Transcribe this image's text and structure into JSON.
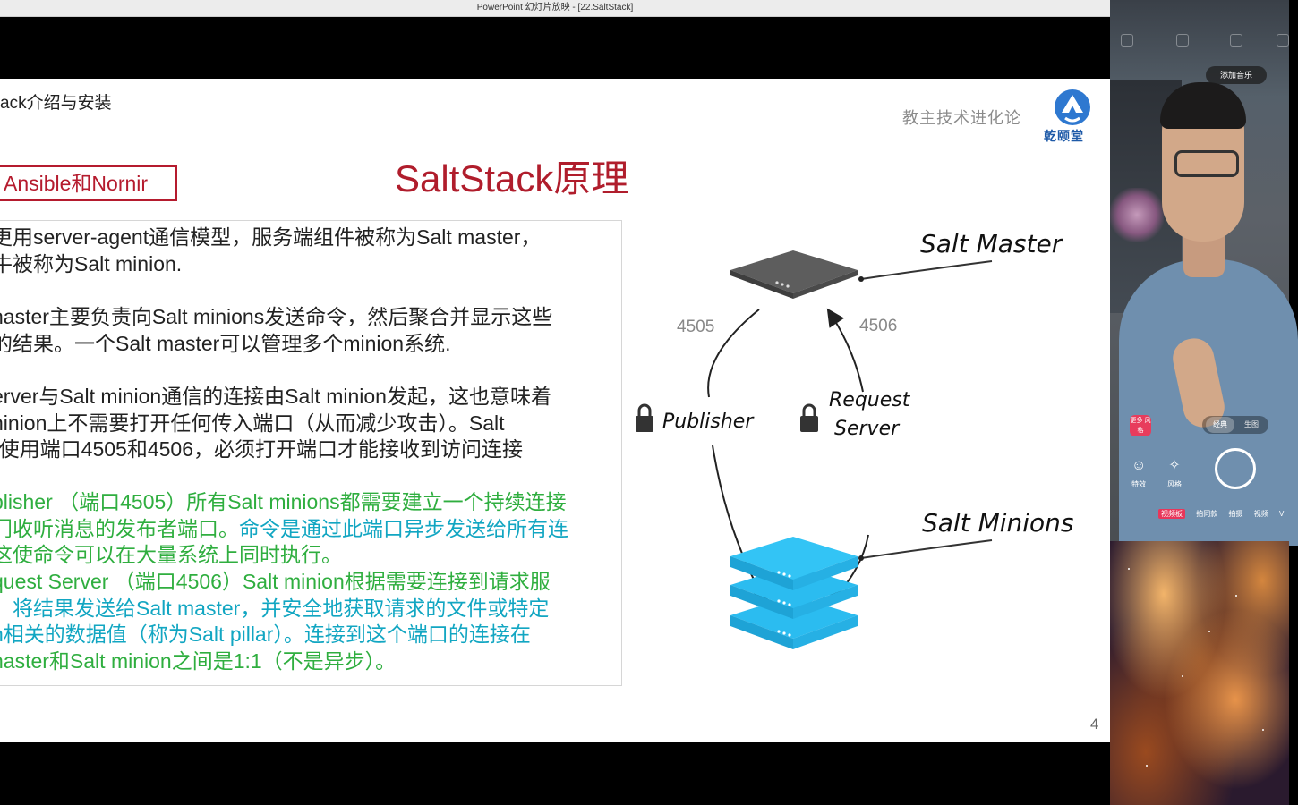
{
  "window": {
    "title": "PowerPoint 幻灯片放映 - [22.SaltStack]"
  },
  "slide": {
    "breadcrumb": "ack介绍与安装",
    "brand_text": "教主技术进化论",
    "logo_name": "乾颐堂",
    "tag": "Ansible和Nornir",
    "title": "SaltStack原理",
    "page_number": "4",
    "paragraphs": [
      {
        "lines": [
          "更用server-agent通信模型，服务端组件被称为Salt master，",
          "牛被称为Salt minion."
        ]
      },
      {
        "lines": [
          "naster主要负责向Salt minions发送命令，然后聚合并显示这些",
          "的结果。一个Salt master可以管理多个minion系统."
        ]
      },
      {
        "lines": [
          "erver与Salt minion通信的连接由Salt minion发起，这也意味着",
          "ninion上不需要打开任何传入端口（从而减少攻击）。Salt",
          "r使用端口4505和4506，必须打开端口才能接收到访问连接"
        ]
      }
    ],
    "publisher_lines": [
      {
        "text": "blisher （端口4505）所有Salt minions都需要建立一个持续连接",
        "color": "green"
      },
      {
        "text_a": "门收听消息的发布者端口。",
        "text_b": "命令是通过此端口异步发送给所有连",
        "color": "mixed"
      },
      {
        "text": "这使命令可以在大量系统上同时执行。",
        "color": "green"
      }
    ],
    "request_lines": [
      {
        "text": "quest Server （端口4506）Salt minion根据需要连接到请求服",
        "color": "green"
      },
      {
        "text": "，将结果发送给Salt master，并安全地获取请求的文件或特定",
        "color": "teal"
      },
      {
        "text_a": "n相关的数据值（称为Salt pillar）。",
        "text_b": "连接到这个端口的连接在",
        "color": "mixed2"
      },
      {
        "text": "naster和Salt minion之间是1:1（不是异步）。",
        "color": "green"
      }
    ],
    "diagram": {
      "master_label": "Salt Master",
      "minions_label": "Salt Minions",
      "port_left": "4505",
      "port_right": "4506",
      "publisher_label": "Publisher",
      "request_label_1": "Request",
      "request_label_2": "Server",
      "colors": {
        "master": "#5a5a5a",
        "minions": "#2bbcf0"
      }
    }
  },
  "camera": {
    "music_button": "添加音乐",
    "badge": "更多 风格",
    "mode_a": "经典",
    "mode_b": "生图",
    "tool_left": "特效",
    "tool_style": "风格",
    "modes": [
      "拍同款",
      "拍摄",
      "视频",
      "VI"
    ],
    "mode_active": "视频板"
  }
}
